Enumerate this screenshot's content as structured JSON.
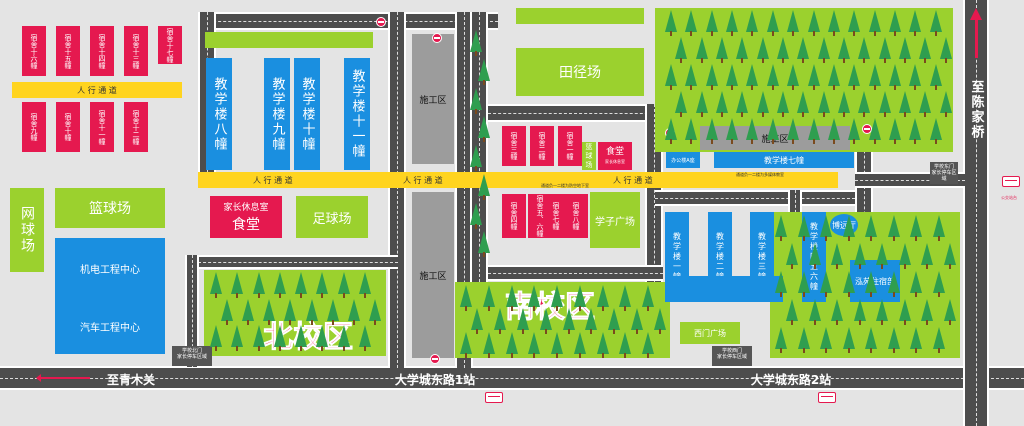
{
  "colors": {
    "road": "#4d4d4d",
    "green": "#9bd12e",
    "building_blue": "#1a8fe0",
    "dorm_red": "#e5194f",
    "path_yellow": "#ffd41f",
    "tree": "#2f9e4f"
  },
  "directions": {
    "east": "至陈家桥",
    "west": "至青木关"
  },
  "stops": {
    "stop1": "大学城东路1站",
    "stop2": "大学城东路2站",
    "stop_sign": "公交站台"
  },
  "zones": {
    "north": "北校区",
    "south": "南校区"
  },
  "dorms_north": [
    "宿舍十六幢",
    "宿舍十五幢",
    "宿舍十四幢",
    "宿舍十三幢",
    "宿舍十七幢",
    "宿舍九幢",
    "宿舍十幢",
    "宿舍十一幢",
    "宿舍十二幢"
  ],
  "dorms_south": [
    "宿舍三幢",
    "宿舍二幢",
    "宿舍一幢",
    "宿舍四幢",
    "宿舍五、六幢",
    "宿舍七幢",
    "宿舍八幢"
  ],
  "teaching_north": [
    "教学楼八幢",
    "教学楼九幢",
    "教学楼十幢",
    "教学楼十一幢"
  ],
  "teaching_south": [
    "教学楼一幢",
    "教学楼二幢",
    "教学楼三幢",
    "教学楼四五六幢",
    "教学楼七幢"
  ],
  "places": {
    "tennis": "网球场",
    "basketball": "篮球场",
    "mech": "机电工程中心",
    "auto": "汽车工程中心",
    "parents": "家长休息室",
    "canteen": "食堂",
    "football": "足球场",
    "track": "田径场",
    "construction": "施工区",
    "south_basketball": "篮球场",
    "south_canteen": "食堂",
    "south_canteen_sub": "家长休息室",
    "student_square": "学子广场",
    "office": "办公楼A座",
    "expo": "博远厅",
    "hotel": "泓苑住宿部",
    "west_square": "西门广场"
  },
  "walkway": "人 行 通 道",
  "walkway_note1": "通道负一二楼为防空地下室",
  "walkway_note2": "通道负一二楼为多媒体教室",
  "gates": {
    "north_gate": "学校北门",
    "west_gate": "学校西门",
    "east_gate": "学校东门",
    "gate_sub": "家长停车区域"
  }
}
